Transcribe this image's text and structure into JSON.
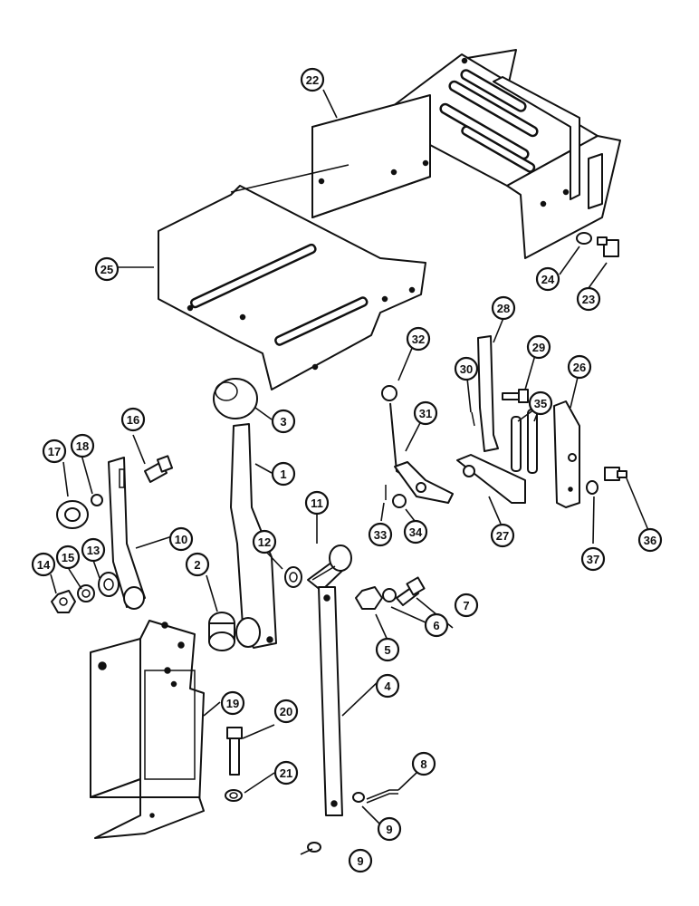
{
  "callouts": [
    {
      "id": "c1",
      "label": "1"
    },
    {
      "id": "c2",
      "label": "2"
    },
    {
      "id": "c3",
      "label": "3"
    },
    {
      "id": "c4",
      "label": "4"
    },
    {
      "id": "c5",
      "label": "5"
    },
    {
      "id": "c6",
      "label": "6"
    },
    {
      "id": "c7",
      "label": "7"
    },
    {
      "id": "c8",
      "label": "8"
    },
    {
      "id": "c9a",
      "label": "9"
    },
    {
      "id": "c9b",
      "label": "9"
    },
    {
      "id": "c10",
      "label": "10"
    },
    {
      "id": "c11",
      "label": "11"
    },
    {
      "id": "c12",
      "label": "12"
    },
    {
      "id": "c13",
      "label": "13"
    },
    {
      "id": "c14",
      "label": "14"
    },
    {
      "id": "c15",
      "label": "15"
    },
    {
      "id": "c16",
      "label": "16"
    },
    {
      "id": "c17",
      "label": "17"
    },
    {
      "id": "c18",
      "label": "18"
    },
    {
      "id": "c19",
      "label": "19"
    },
    {
      "id": "c20",
      "label": "20"
    },
    {
      "id": "c21",
      "label": "21"
    },
    {
      "id": "c22",
      "label": "22"
    },
    {
      "id": "c23",
      "label": "23"
    },
    {
      "id": "c24",
      "label": "24"
    },
    {
      "id": "c25",
      "label": "25"
    },
    {
      "id": "c26",
      "label": "26"
    },
    {
      "id": "c27",
      "label": "27"
    },
    {
      "id": "c28",
      "label": "28"
    },
    {
      "id": "c29",
      "label": "29"
    },
    {
      "id": "c30",
      "label": "30"
    },
    {
      "id": "c31",
      "label": "31"
    },
    {
      "id": "c32",
      "label": "32"
    },
    {
      "id": "c33",
      "label": "33"
    },
    {
      "id": "c34",
      "label": "34"
    },
    {
      "id": "c35",
      "label": "35"
    },
    {
      "id": "c36",
      "label": "36"
    },
    {
      "id": "c37",
      "label": "37"
    }
  ]
}
